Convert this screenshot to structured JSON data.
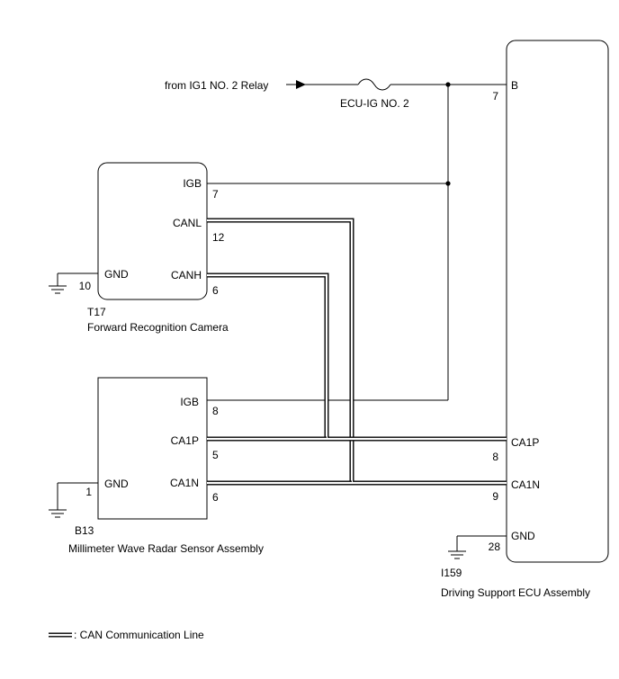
{
  "power": {
    "source": "from IG1 NO. 2 Relay",
    "fuse": "ECU-IG NO. 2"
  },
  "components": {
    "camera": {
      "code": "T17",
      "name": "Forward Recognition Camera",
      "pins": {
        "igb": {
          "label": "IGB",
          "num": "7"
        },
        "canl": {
          "label": "CANL",
          "num": "12"
        },
        "canh": {
          "label": "CANH",
          "num": "6"
        },
        "gnd": {
          "label": "GND",
          "num": "10"
        }
      }
    },
    "radar": {
      "code": "B13",
      "name": "Millimeter Wave Radar Sensor Assembly",
      "pins": {
        "igb": {
          "label": "IGB",
          "num": "8"
        },
        "ca1p": {
          "label": "CA1P",
          "num": "5"
        },
        "ca1n": {
          "label": "CA1N",
          "num": "6"
        },
        "gnd": {
          "label": "GND",
          "num": "1"
        }
      }
    },
    "ecu": {
      "code": "I159",
      "name": "Driving Support ECU Assembly",
      "pins": {
        "b": {
          "label": "B",
          "num": "7"
        },
        "ca1p": {
          "label": "CA1P",
          "num": "8"
        },
        "ca1n": {
          "label": "CA1N",
          "num": "9"
        },
        "gnd": {
          "label": "GND",
          "num": "28"
        }
      }
    }
  },
  "legend": {
    "text": ": CAN Communication Line"
  }
}
